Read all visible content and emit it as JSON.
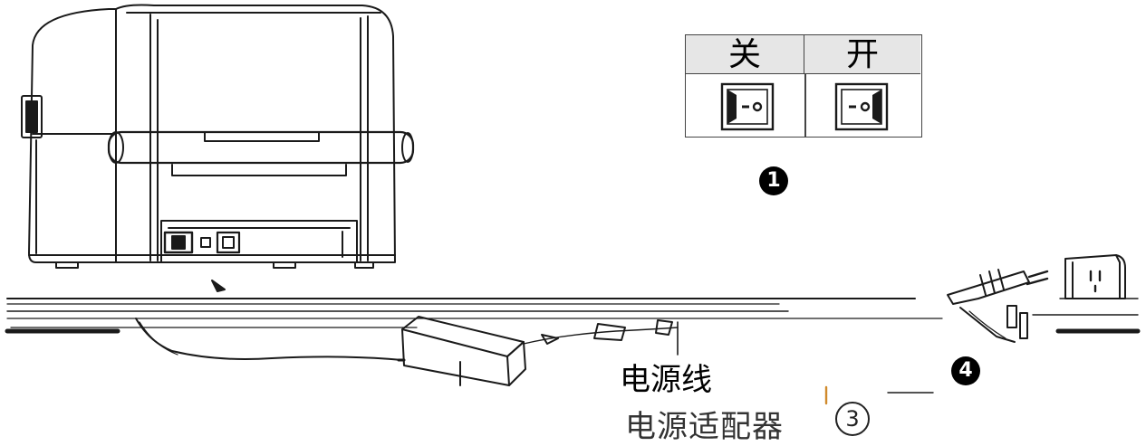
{
  "switch_table": {
    "off_label": "关",
    "on_label": "开"
  },
  "callouts": {
    "step1": "1",
    "step3": "3",
    "step4": "4",
    "power_cord": "电源线",
    "power_adapter": "电源适配器"
  },
  "icons": [
    "printer-illustration",
    "rocker-switch-off-icon",
    "rocker-switch-on-icon",
    "power-adapter-icon",
    "ac-plug-icon",
    "wall-socket-icon"
  ]
}
